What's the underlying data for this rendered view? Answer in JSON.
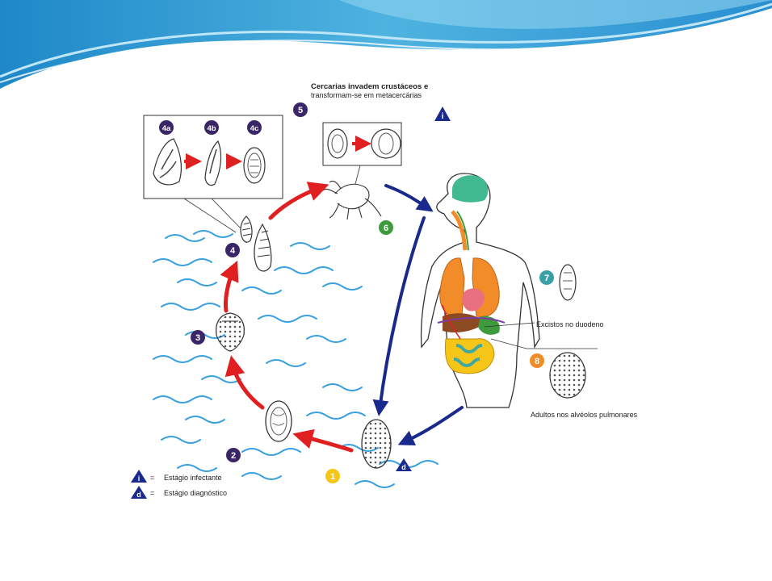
{
  "diagram": {
    "top_note": {
      "line1": "Cercarias invadem crustáceos e",
      "line2": "transformam-se em metacercárias"
    },
    "stages": {
      "s1": "1",
      "s2": "2",
      "s3": "3",
      "s4": "4",
      "s4a": "4a",
      "s4b": "4b",
      "s4c": "4c",
      "s5": "5",
      "s6": "6",
      "s7": "7",
      "s8": "8"
    },
    "badges": {
      "infective": "i",
      "diagnostic": "d"
    },
    "labels": {
      "duodenum": "Excistos no duodeno",
      "lungs": "Adultos nos alvéolos pulmonares"
    },
    "legend": {
      "infective": "Estágio infectante",
      "diagnostic": "Estágio diagnóstico",
      "eq": "="
    },
    "colors": {
      "forward_arrow": "#e02020",
      "human_arrow": "#1a2a8c",
      "stage_purple": "#3a2566",
      "stage_green": "#3d9b3d",
      "stage_teal": "#3aa0a8",
      "stage_orange": "#f28c28",
      "stage_yellow": "#f5c518",
      "water": "#3aa0e0"
    }
  }
}
